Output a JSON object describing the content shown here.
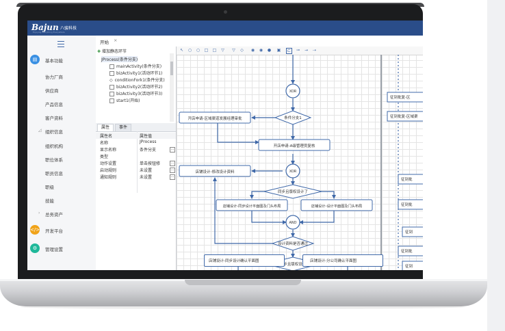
{
  "app": {
    "logo": "Bajun",
    "logo_cn": "八骏科技",
    "logo_sub": "Enjoying Everything Everywhere"
  },
  "colors": {
    "header": "#2a4d89",
    "accent_blue": "#3a90e3",
    "accent_orange": "#f0a319",
    "accent_teal": "#1fb89a",
    "flow_stroke": "#3f68a8"
  },
  "sidebar": {
    "toggle_icon": "hamburger-icon",
    "items": [
      {
        "label": "基本功能",
        "icon": "document-icon",
        "level": 0
      },
      {
        "label": "协力厂商",
        "level": 1
      },
      {
        "label": "供应商",
        "level": 1
      },
      {
        "label": "产品信息",
        "level": 1
      },
      {
        "label": "客户资料",
        "level": 1
      },
      {
        "label": "组织信息",
        "level": 1,
        "expanded": true
      },
      {
        "label": "组织机构",
        "level": 2
      },
      {
        "label": "职位体系",
        "level": 2
      },
      {
        "label": "职员信息",
        "level": 2
      },
      {
        "label": "职级",
        "level": 2
      },
      {
        "label": "技能",
        "level": 2
      },
      {
        "label": "总务资产",
        "level": 1,
        "collapsed": true
      },
      {
        "label": "开发平台",
        "icon": "code-icon",
        "level": 0
      },
      {
        "label": "管理设置",
        "icon": "settings-icon",
        "level": 0
      }
    ]
  },
  "tabs": [
    {
      "label": "开始",
      "close": "×"
    }
  ],
  "tree": {
    "header": "增加静态环节",
    "items": [
      {
        "label": "JProcess(条件分支)",
        "selected": true
      },
      {
        "label": "mainActivity(条件分支)"
      },
      {
        "label": "bizActivity1(活动环节1)"
      },
      {
        "label": "conditionFork1(条件分支)"
      },
      {
        "label": "bizActivity2(活动环节2)"
      },
      {
        "label": "bizActivity3(活动环节3)"
      },
      {
        "label": "start1(开始)"
      }
    ]
  },
  "props": {
    "tabs": [
      "属性",
      "事件"
    ],
    "header": {
      "key": "属性名",
      "value": "属性值"
    },
    "rows": [
      {
        "key": "名称",
        "value": "JProcess"
      },
      {
        "key": "显示名称",
        "value": "条件分支",
        "button": true
      },
      {
        "key": "类型",
        "value": ""
      },
      {
        "key": "动作设置",
        "value": "单击按钮修",
        "button": true
      },
      {
        "key": "启动规则",
        "value": "未设置",
        "button": true
      },
      {
        "key": "通知规则",
        "value": "未设置",
        "button": true
      }
    ]
  },
  "flow": {
    "xor": "XOR",
    "and": "AND",
    "nodes": {
      "apply_review": "开店申请-区域渠道发展经理审批",
      "condition1": "条件分支1",
      "manager_approve": "开店申请-A级管理员复核",
      "submit_design": "店铺设计-修改设计资料",
      "sync_check": "同步且版权设计了",
      "sync_floor": "店铺设计-同步设计平面图及门头布局",
      "design_floor": "店铺设计-设计平面图及门头布局",
      "design_review": "设计资料是否通过",
      "sync_confirm": "同步且版权设计",
      "sync_confirm_plan": "店铺设计-同步设计确认平面图",
      "branch_confirm_plan": "店铺设计-分公司确认平面图"
    },
    "right_nodes": [
      "征到批复-区",
      "征到批复-区域渠",
      "征到批",
      "征到批",
      "征到",
      "征到批",
      "征到"
    ]
  }
}
